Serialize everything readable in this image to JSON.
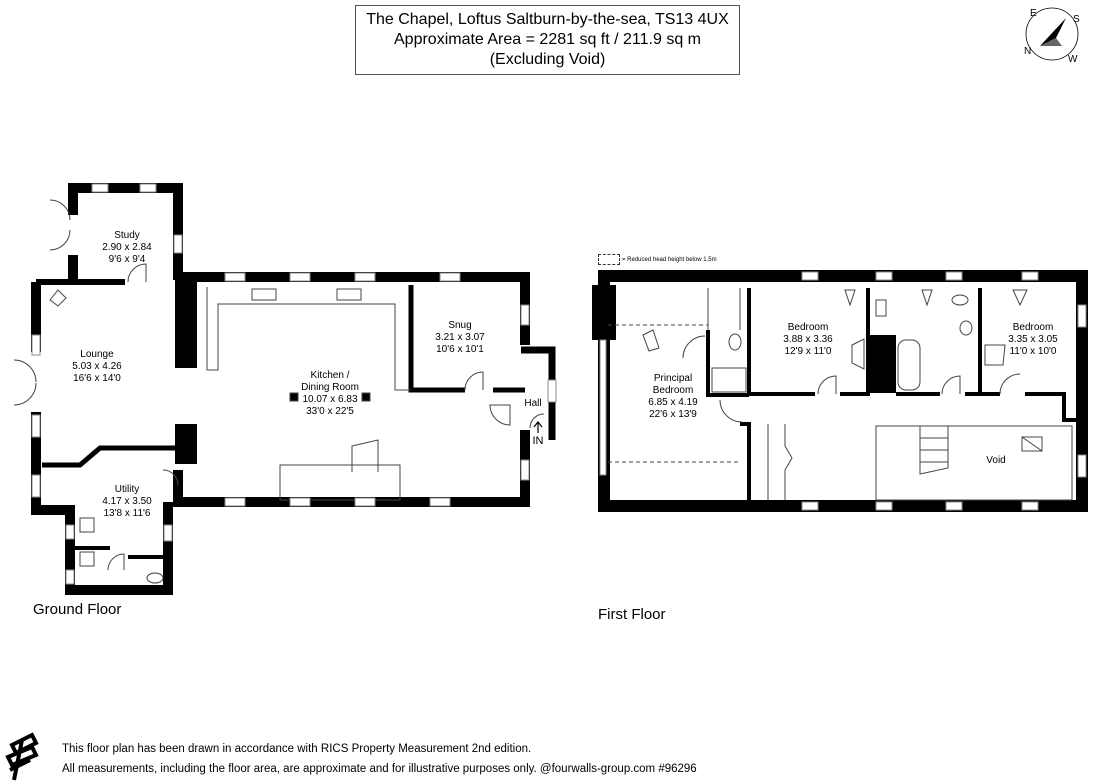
{
  "header": {
    "line1": "The Chapel, Loftus Saltburn-by-the-sea, TS13 4UX",
    "line2": "Approximate Area = 2281 sq ft / 211.9 sq m",
    "line3": "(Excluding Void)"
  },
  "compass": {
    "n": "N",
    "e": "E",
    "s": "S",
    "w": "W"
  },
  "legend": {
    "text": "= Reduced head height below 1.5m"
  },
  "ground_floor": {
    "label": "Ground Floor",
    "rooms": [
      {
        "name": "Study",
        "metric": "2.90 x 2.84",
        "imperial": "9'6 x 9'4"
      },
      {
        "name": "Lounge",
        "metric": "5.03 x 4.26",
        "imperial": "16'6 x 14'0"
      },
      {
        "name": "Kitchen /",
        "name2": "Dining Room",
        "metric": "10.07 x 6.83",
        "imperial": "33'0 x 22'5"
      },
      {
        "name": "Snug",
        "metric": "3.21 x 3.07",
        "imperial": "10'6 x 10'1"
      },
      {
        "name": "Utility",
        "metric": "4.17 x 3.50",
        "imperial": "13'8 x 11'6"
      },
      {
        "name": "Hall"
      }
    ],
    "entrance": "IN"
  },
  "first_floor": {
    "label": "First Floor",
    "rooms": [
      {
        "name": "Principal",
        "name2": "Bedroom",
        "metric": "6.85 x 4.19",
        "imperial": "22'6 x 13'9"
      },
      {
        "name": "Bedroom",
        "metric": "3.88 x 3.36",
        "imperial": "12'9 x 11'0"
      },
      {
        "name": "Bedroom",
        "metric": "3.35 x 3.05",
        "imperial": "11'0 x 10'0"
      },
      {
        "name": "Void"
      }
    ]
  },
  "footer": {
    "line1": "This floor plan has been drawn in accordance with RICS Property Measurement 2nd edition.",
    "line2": "All measurements, including the floor area, are approximate and for illustrative purposes only. @fourwalls-group.com #96296"
  },
  "colors": {
    "wall": "#000000",
    "window": "#888888",
    "background": "#ffffff"
  }
}
